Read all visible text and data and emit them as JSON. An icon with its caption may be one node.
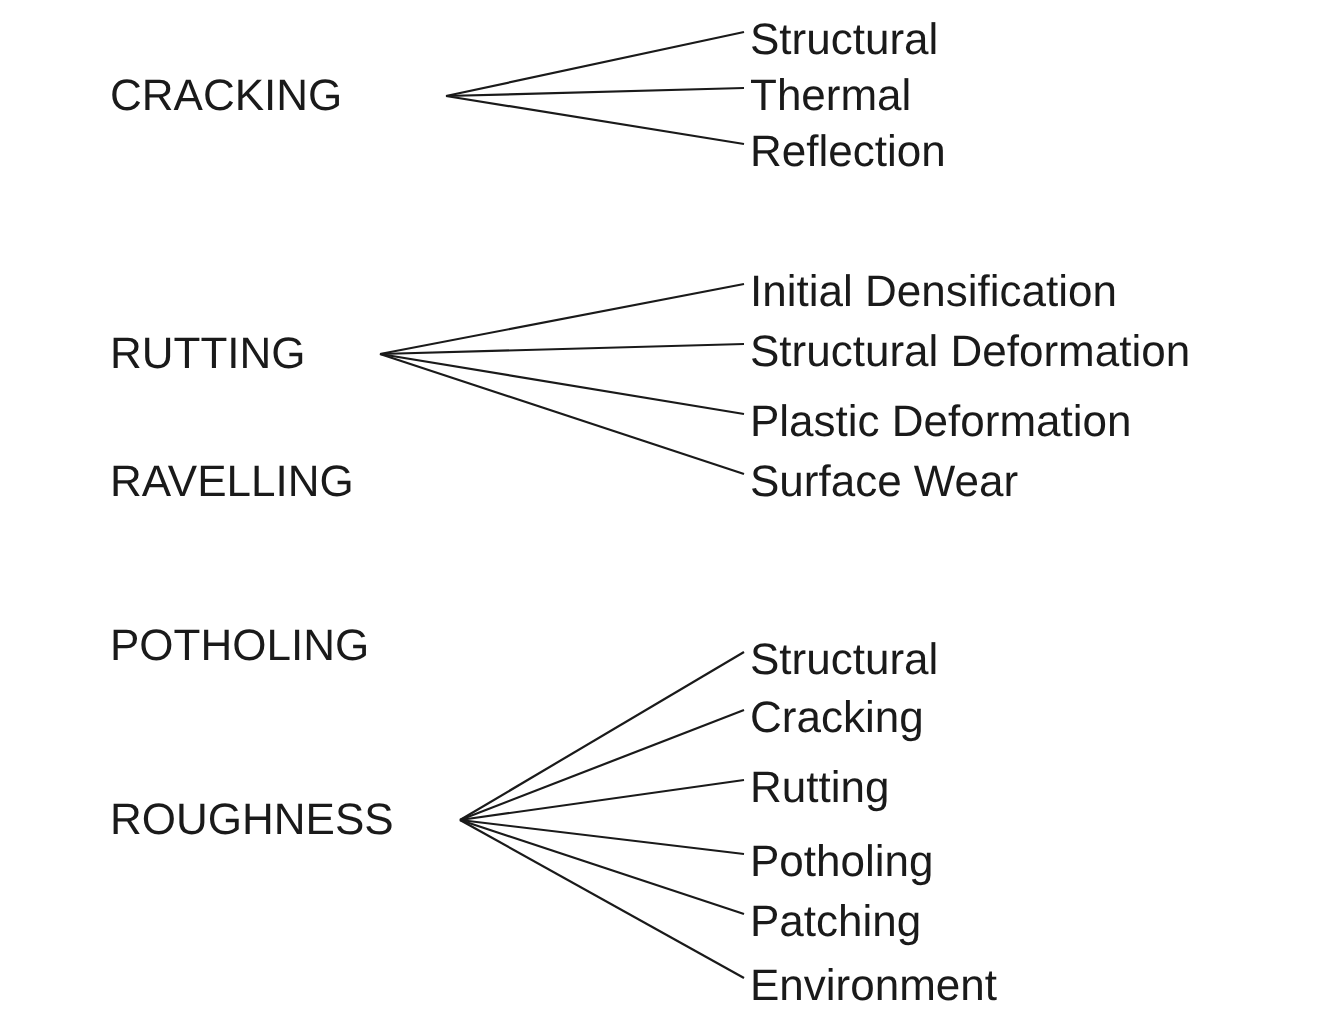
{
  "diagram": {
    "nodes": [
      {
        "text": [
          "CRACKING"
        ]
      },
      {
        "text": [
          "Structural"
        ]
      },
      {
        "text": [
          "Thermal"
        ]
      },
      {
        "text": [
          "Reflection"
        ]
      },
      {
        "text": [
          "RUTTING"
        ]
      },
      {
        "text": [
          "Initial Densification"
        ]
      },
      {
        "text": [
          "Structural Deformation"
        ]
      },
      {
        "text": [
          "Plastic Deformation"
        ]
      },
      {
        "text": [
          "Surface Wear"
        ]
      },
      {
        "text": [
          "RAVELLING"
        ]
      },
      {
        "text": [
          "POTHOLING"
        ]
      },
      {
        "text": [
          "ROUGHNESS"
        ]
      },
      {
        "text": [
          "Structural"
        ]
      },
      {
        "text": [
          "Cracking"
        ]
      },
      {
        "text": [
          "Rutting"
        ]
      },
      {
        "text": [
          "Potholing"
        ]
      },
      {
        "text": [
          "Patching"
        ]
      },
      {
        "text": [
          "Environment"
        ]
      }
    ],
    "edges": [
      {
        "from": 0,
        "to": 1,
        "arrow": "none"
      },
      {
        "from": 0,
        "to": 2,
        "arrow": "none"
      },
      {
        "from": 0,
        "to": 3,
        "arrow": "none"
      },
      {
        "from": 4,
        "to": 5,
        "arrow": "none"
      },
      {
        "from": 4,
        "to": 6,
        "arrow": "none"
      },
      {
        "from": 4,
        "to": 7,
        "arrow": "none"
      },
      {
        "from": 4,
        "to": 8,
        "arrow": "none"
      },
      {
        "from": 11,
        "to": 12,
        "arrow": "none"
      },
      {
        "from": 11,
        "to": 13,
        "arrow": "none"
      },
      {
        "from": 11,
        "to": 14,
        "arrow": "none"
      },
      {
        "from": 11,
        "to": 15,
        "arrow": "none"
      },
      {
        "from": 11,
        "to": 16,
        "arrow": "none"
      },
      {
        "from": 11,
        "to": 17,
        "arrow": "none"
      }
    ]
  }
}
